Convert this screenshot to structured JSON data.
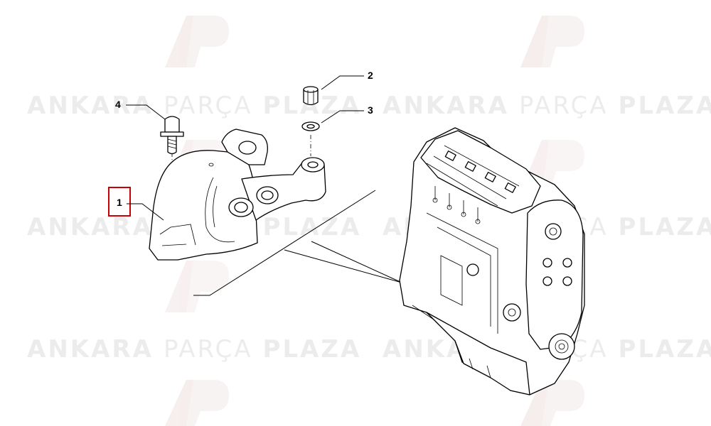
{
  "watermark": {
    "brand_part_1": "ANKARA",
    "brand_part_2": "PARÇA",
    "brand_part_3": "PLAZA",
    "logo_text": "AP"
  },
  "callouts": [
    {
      "id": "1",
      "label": "1",
      "highlighted": true
    },
    {
      "id": "2",
      "label": "2",
      "highlighted": false
    },
    {
      "id": "3",
      "label": "3",
      "highlighted": false
    },
    {
      "id": "4",
      "label": "4",
      "highlighted": false
    }
  ],
  "colors": {
    "highlight_box": "#cc0000",
    "watermark": "#ececec",
    "line_art": "#000000"
  }
}
